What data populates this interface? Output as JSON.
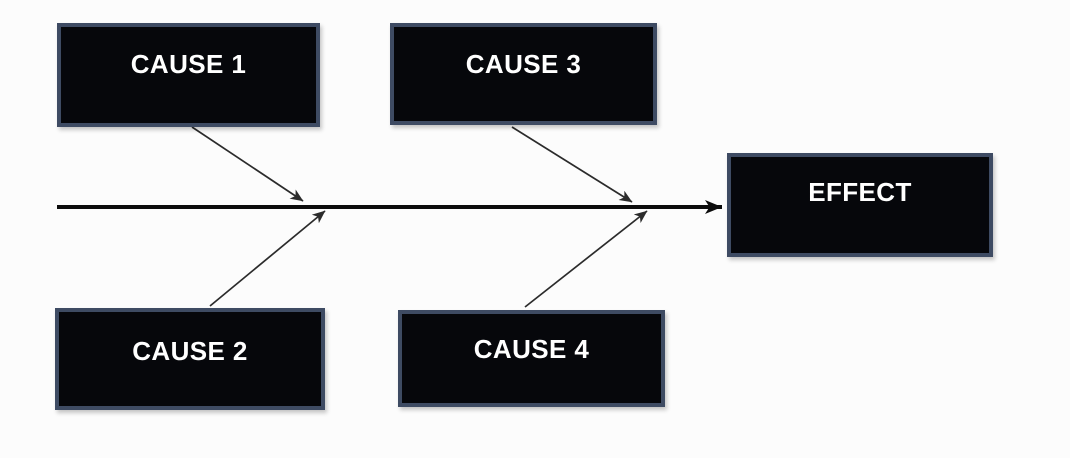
{
  "diagram": {
    "type": "fishbone",
    "colors": {
      "background": "#fcfcfc",
      "box_fill": "#06070b",
      "box_border": "#3e4b63",
      "label_text": "#ffffff",
      "spine": "#0c0c0c",
      "branch": "#2b2b2b"
    },
    "nodes": [
      {
        "id": "cause-1",
        "label": "CAUSE 1",
        "position": "top-left"
      },
      {
        "id": "cause-2",
        "label": "CAUSE 2",
        "position": "bottom-left"
      },
      {
        "id": "cause-3",
        "label": "CAUSE 3",
        "position": "top-middle"
      },
      {
        "id": "cause-4",
        "label": "CAUSE 4",
        "position": "bottom-middle"
      },
      {
        "id": "effect",
        "label": "EFFECT",
        "position": "right"
      }
    ],
    "connectors": [
      {
        "from": "cause-1",
        "to": "spine",
        "direction": "down-right"
      },
      {
        "from": "cause-2",
        "to": "spine",
        "direction": "up-right"
      },
      {
        "from": "cause-3",
        "to": "spine",
        "direction": "down-right"
      },
      {
        "from": "cause-4",
        "to": "spine",
        "direction": "up-right"
      },
      {
        "from": "spine",
        "to": "effect",
        "direction": "right"
      }
    ]
  }
}
